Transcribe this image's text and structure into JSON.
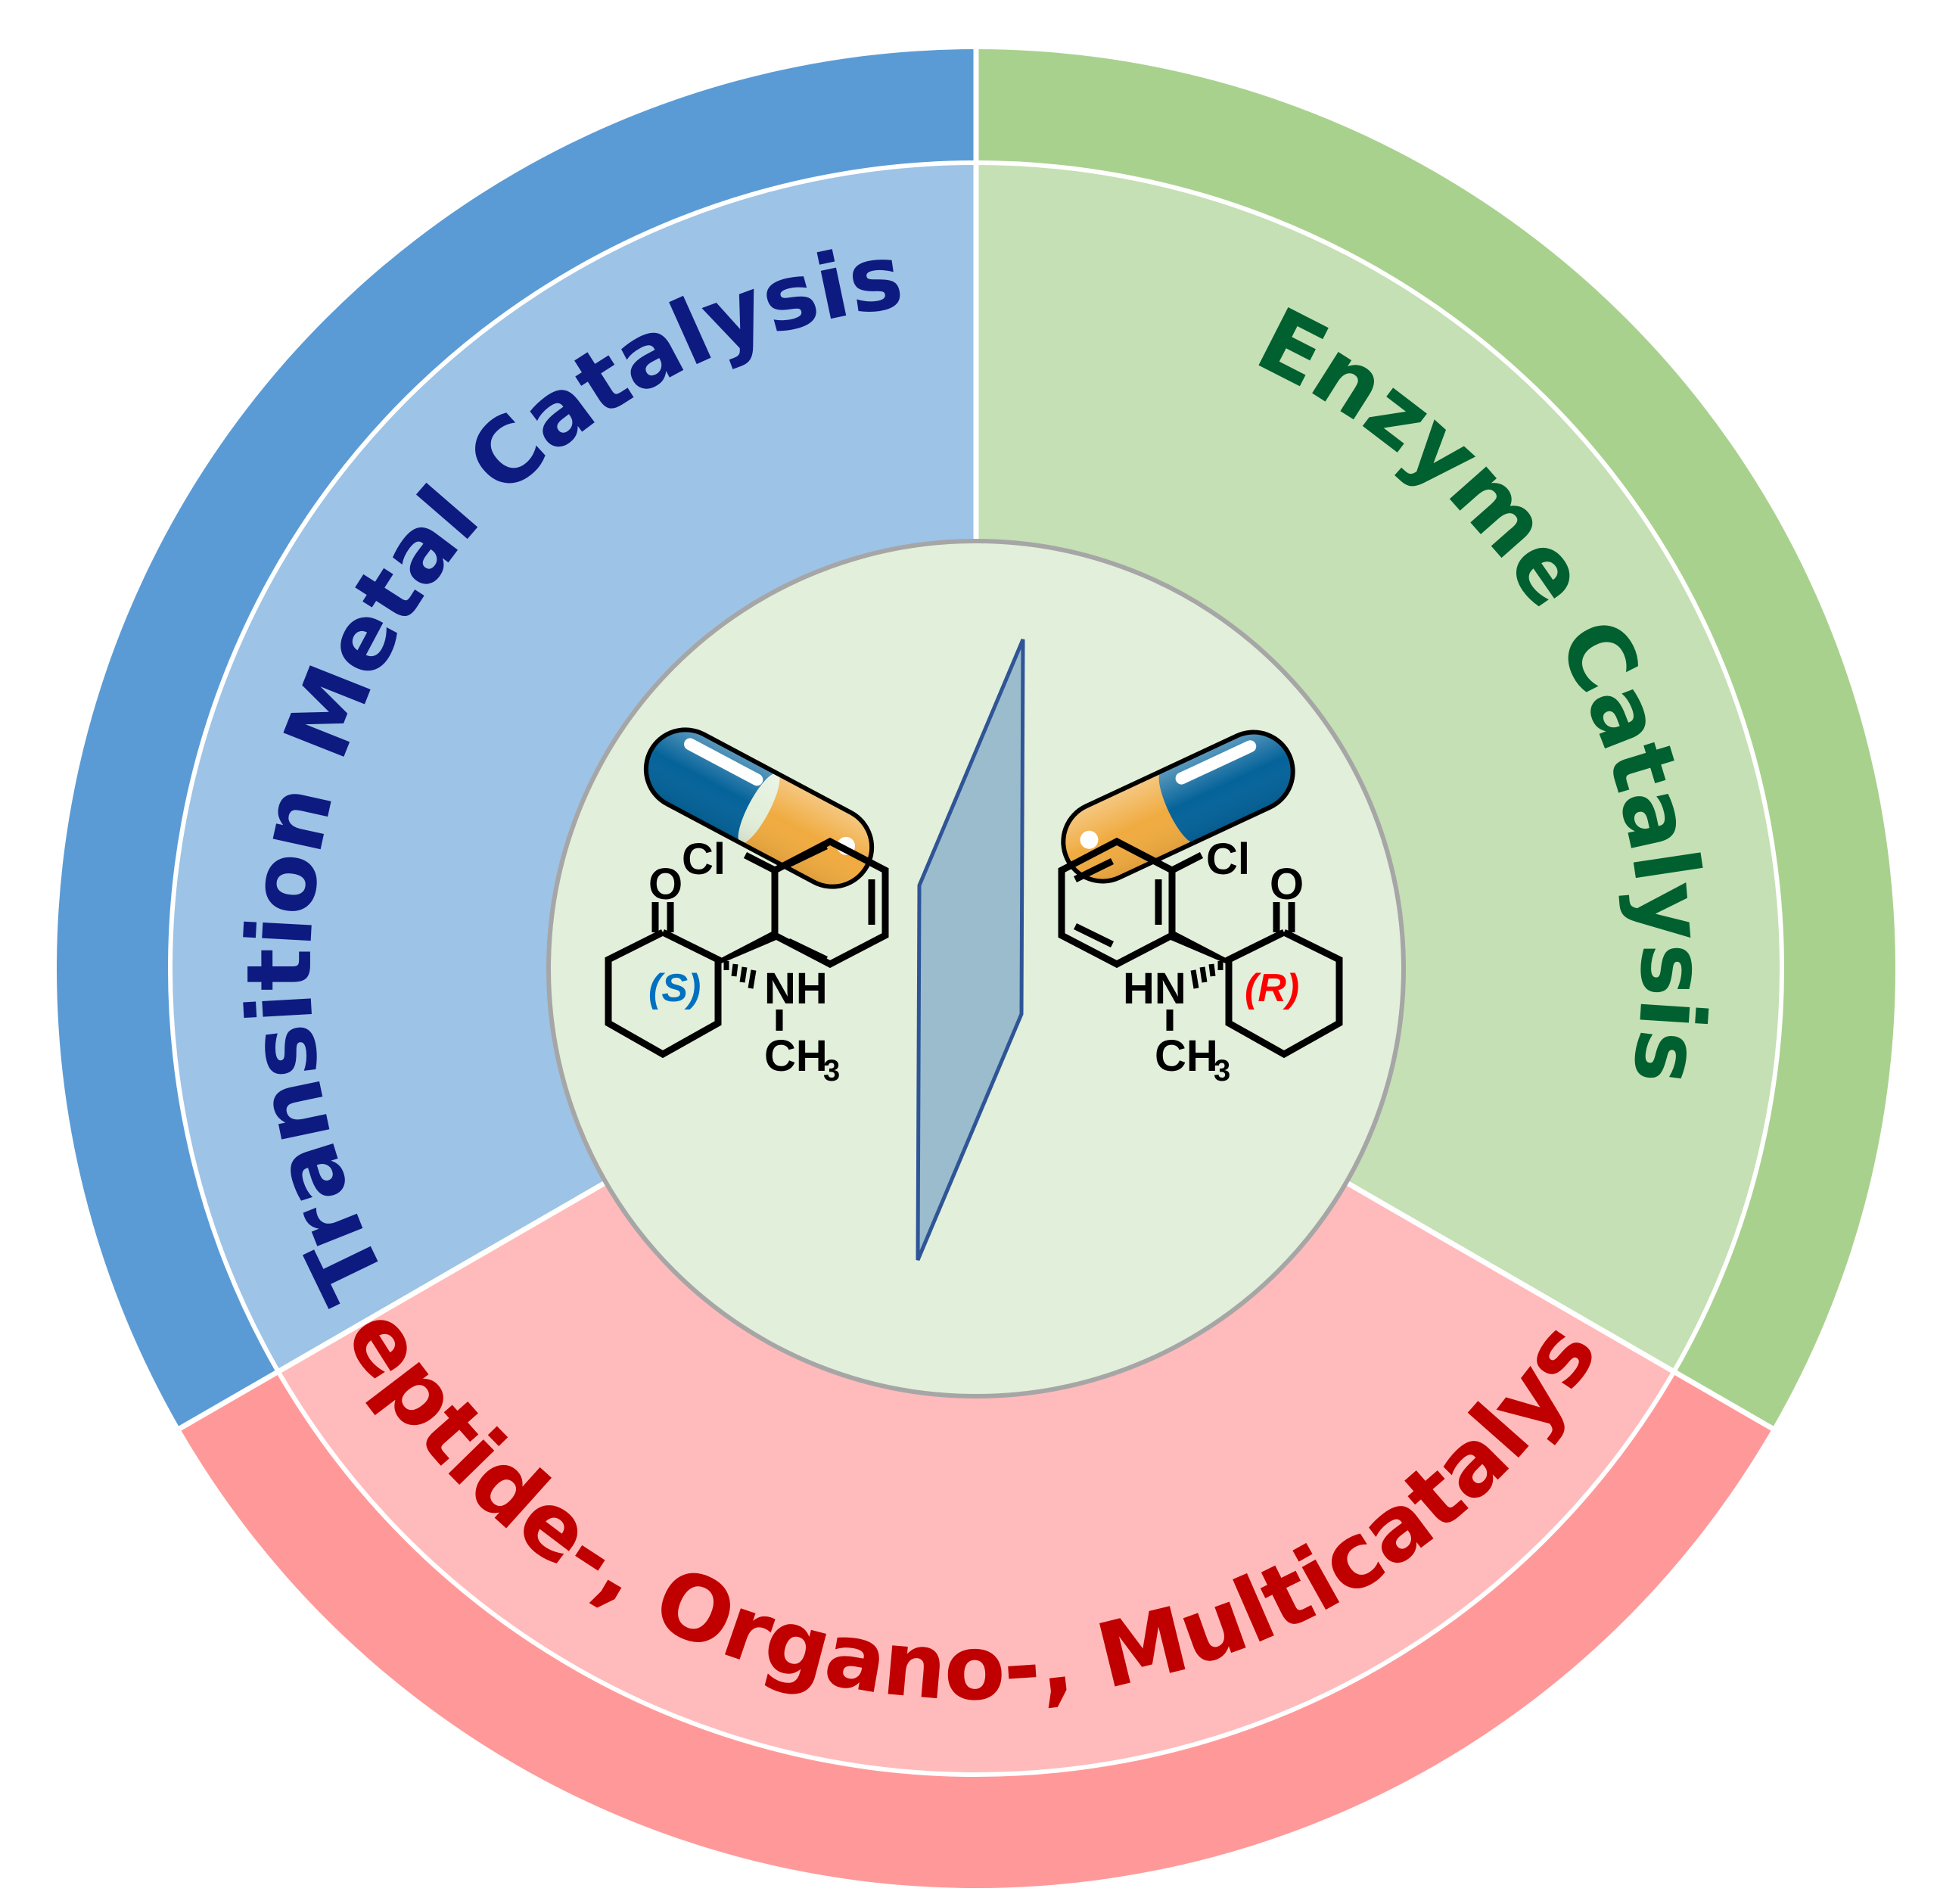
{
  "sectors": [
    {
      "id": "transition-metal",
      "label": "Transition Metal Catalysis",
      "outer_color": "#5b9bd5",
      "inner_color": "#9dc3e6",
      "text_color": "#0d1a80"
    },
    {
      "id": "enzyme",
      "label": "Enzyme Catalysis",
      "outer_color": "#a9d18e",
      "inner_color": "#c5e0b4",
      "text_color": "#006030"
    },
    {
      "id": "peptide-organo-multi",
      "label": "Peptide-, Organo-, Multicatalysis",
      "outer_color": "#ff9999",
      "inner_color": "#ffbbbb",
      "text_color": "#c00000"
    }
  ],
  "center": {
    "disc_color": "#e2efda",
    "disc_border_color": "#a6a6a6",
    "mirror_color": "#9bbccd",
    "mirror_border_color": "#2f5597",
    "left_molecule": {
      "atoms": {
        "cl": "Cl",
        "o": "O",
        "nh": "NH",
        "ch": "CH",
        "sub3": "3"
      },
      "stereo_label": "(S)",
      "stereo_color": "#0070c0"
    },
    "right_molecule": {
      "atoms": {
        "cl": "Cl",
        "o": "O",
        "hn": "HN",
        "ch": "CH",
        "sub3": "3"
      },
      "stereo_label": "(R)",
      "stereo_color": "#ff0000"
    },
    "pill_colors": {
      "blue": "#05639a",
      "orange": "#f0ab40",
      "outline": "#000000"
    }
  }
}
